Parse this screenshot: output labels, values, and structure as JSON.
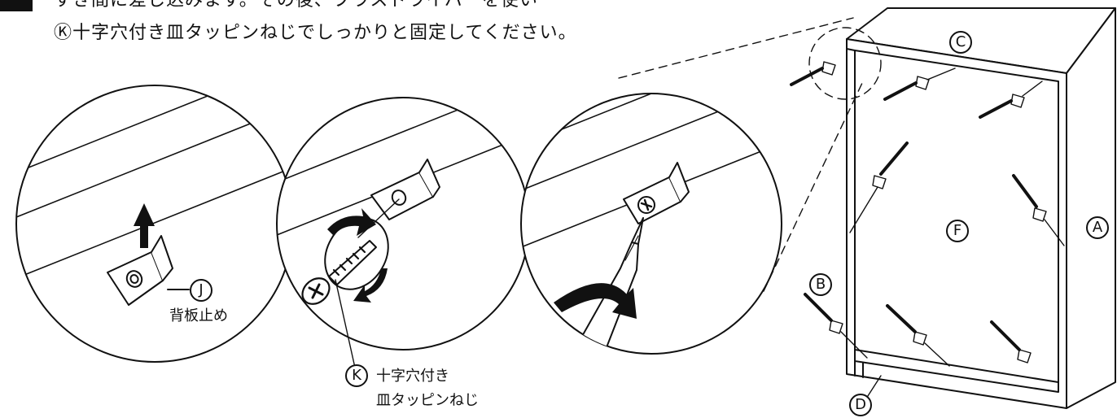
{
  "instructions": {
    "line1": "すき間に差し込みます。その後、プラスドライバーを使い",
    "line2": "Ⓚ十字穴付き皿タッピンねじでしっかりと固定してください。"
  },
  "parts": {
    "J": "J",
    "J_name": "背板止め",
    "K": "K",
    "K_name_line1": "十字穴付き",
    "K_name_line2": "皿タッピンねじ",
    "A": "A",
    "B": "B",
    "C": "C",
    "D": "D",
    "F": "F"
  },
  "colors": {
    "ink": "#111111",
    "paper": "#ffffff"
  }
}
